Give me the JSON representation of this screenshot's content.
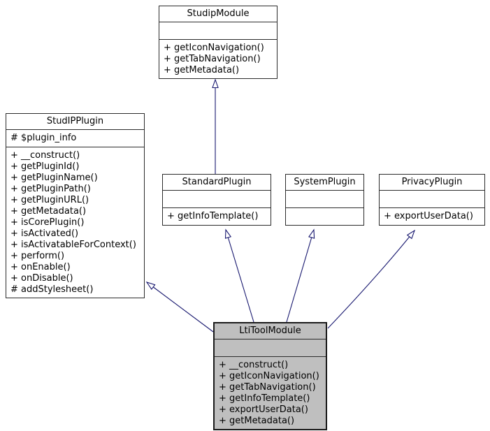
{
  "diagram": {
    "type": "uml-class-inheritance",
    "arrow_color": "#191970",
    "highlight_fill": "#bfbfbf",
    "classes": [
      {
        "name": "StudipModule",
        "attributes": [],
        "methods": [
          "+ getIconNavigation()",
          "+ getTabNavigation()",
          "+ getMetadata()"
        ]
      },
      {
        "name": "StudIPPlugin",
        "attributes": [
          "# $plugin_info"
        ],
        "methods": [
          "+ __construct()",
          "+ getPluginId()",
          "+ getPluginName()",
          "+ getPluginPath()",
          "+ getPluginURL()",
          "+ getMetadata()",
          "+ isCorePlugin()",
          "+ isActivated()",
          "+ isActivatableForContext()",
          "+ perform()",
          "+ onEnable()",
          "+ onDisable()",
          "# addStylesheet()"
        ]
      },
      {
        "name": "StandardPlugin",
        "attributes": [],
        "methods": [
          "+ getInfoTemplate()"
        ]
      },
      {
        "name": "SystemPlugin",
        "attributes": [],
        "methods": []
      },
      {
        "name": "PrivacyPlugin",
        "attributes": [],
        "methods": [
          "+ exportUserData()"
        ]
      },
      {
        "name": "LtiToolModule",
        "attributes": [],
        "methods": [
          "+ __construct()",
          "+ getIconNavigation()",
          "+ getTabNavigation()",
          "+ getInfoTemplate()",
          "+ exportUserData()",
          "+ getMetadata()"
        ]
      }
    ],
    "relations": [
      {
        "from": "StandardPlugin",
        "to": "StudipModule",
        "type": "inheritance"
      },
      {
        "from": "LtiToolModule",
        "to": "StudIPPlugin",
        "type": "inheritance"
      },
      {
        "from": "LtiToolModule",
        "to": "StandardPlugin",
        "type": "inheritance"
      },
      {
        "from": "LtiToolModule",
        "to": "SystemPlugin",
        "type": "inheritance"
      },
      {
        "from": "LtiToolModule",
        "to": "PrivacyPlugin",
        "type": "inheritance"
      }
    ]
  }
}
